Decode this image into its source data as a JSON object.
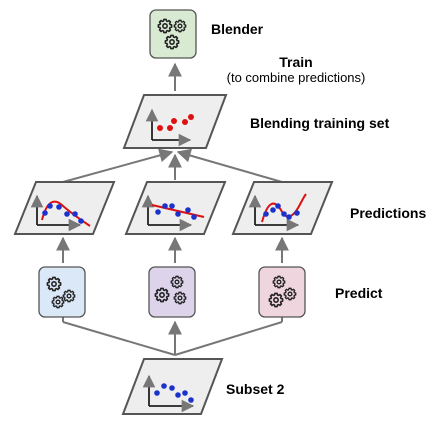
{
  "labels": {
    "blender": "Blender",
    "train_title": "Train",
    "train_subtitle": "(to combine predictions)",
    "blending_set": "Blending training set",
    "predictions": "Predictions",
    "predict": "Predict",
    "subset": "Subset 2"
  },
  "colors": {
    "blender_fill": "#d9ead3",
    "model1_fill": "#dbe8f8",
    "model2_fill": "#ddd4ec",
    "model3_fill": "#efd5de",
    "panel_fill": "#eeeeee",
    "panel_stroke": "#555555",
    "arrow": "#777777",
    "curve": "#dd1111",
    "point_blue": "#1a33cc",
    "point_red": "#dd1111"
  },
  "icons": [
    "gears-icon"
  ]
}
